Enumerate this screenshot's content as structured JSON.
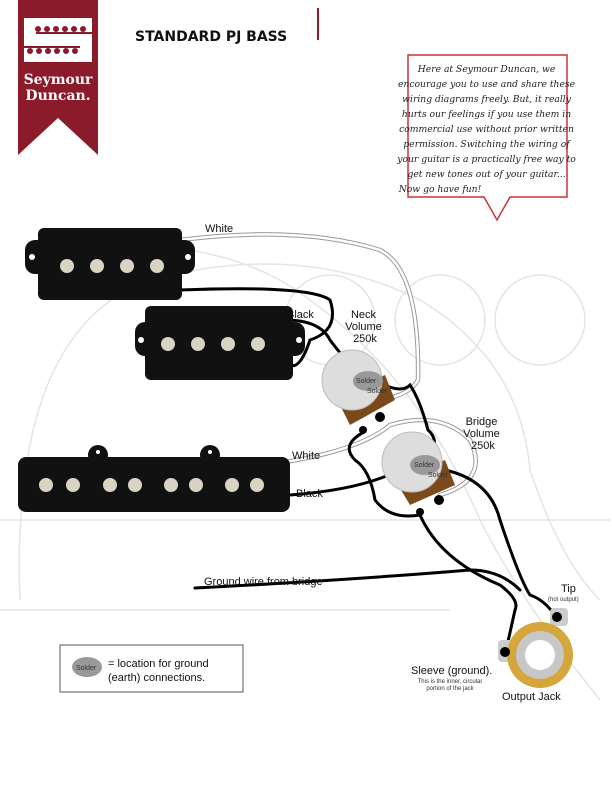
{
  "header": {
    "brand_line1": "Seymour",
    "brand_line2": "Duncan.",
    "title": "STANDARD PJ BASS",
    "brand_color": "#8b1a2b"
  },
  "notice": {
    "lines": [
      "Here at Seymour Duncan, we",
      "encourage you to use and share these",
      "wiring diagrams freely. But, it really",
      "hurts our feelings if you use them in",
      "commercial use without prior written",
      "permission. Switching the wiring of",
      "your guitar is a practically free way to",
      "get new tones out of your guitar...",
      "Now go have fun!"
    ]
  },
  "labels": {
    "white_top": "White",
    "black_neck": "Black",
    "neck_volume": [
      "Neck",
      "Volume",
      "250k"
    ],
    "bridge_volume": [
      "Bridge",
      "Volume",
      "250k"
    ],
    "white_bridge": "White",
    "black_bridge": "Black",
    "solder": "Solder",
    "ground_wire": "Ground wire from bridge",
    "tip": "Tip",
    "tip_sub": "(hot output)",
    "sleeve": "Sleeve (ground).",
    "sleeve_sub1": "This is the inner, circular",
    "sleeve_sub2": "portion of the jack",
    "output_jack": "Output Jack"
  },
  "legend": {
    "solder": "Solder",
    "line1": "= location for ground",
    "line2": "(earth) connections."
  }
}
